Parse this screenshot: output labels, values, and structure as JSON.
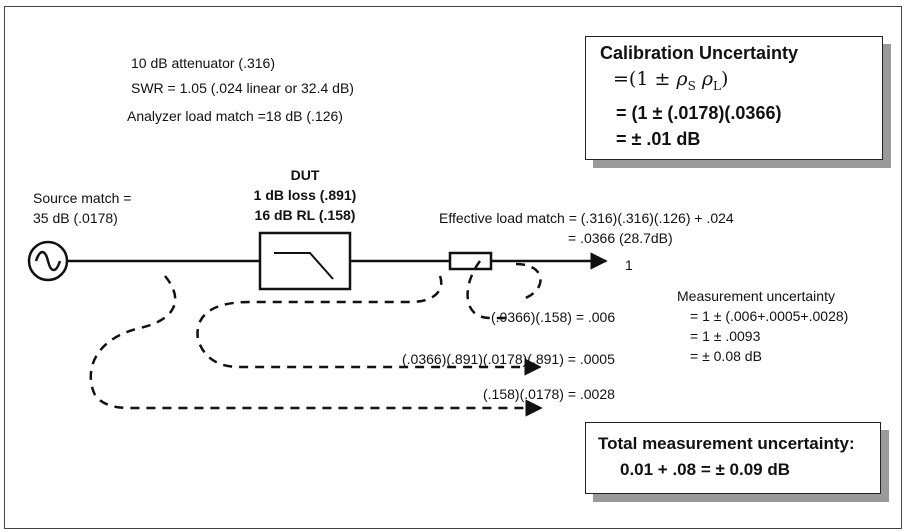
{
  "header": {
    "attenuator": "10 dB attenuator (.316)",
    "swr": "SWR = 1.05 (.024 linear or 32.4 dB)",
    "analyzer_match": "Analyzer load match =18 dB (.126)"
  },
  "calibration": {
    "title": "Calibration Uncertainty",
    "formula_prefix": "=(1 ± ",
    "rho": "ρ",
    "sub_s": "S",
    "sub_l": "L",
    "formula_suffix": ")",
    "line2": "= (1 ± (.0178)(.0366)",
    "line3": "=  ± .01 dB"
  },
  "dut": {
    "label": "DUT",
    "loss": "1 dB loss (.891)",
    "rl": "16 dB RL (.158)"
  },
  "source_match": {
    "line1": "Source match =",
    "line2": "35 dB (.0178)"
  },
  "effective_load": {
    "line1": "Effective load match = (.316)(.316)(.126) + .024",
    "line2": "= .0366 (28.7dB)"
  },
  "output_label": "1",
  "paths": {
    "p1": "(.0366)(.158) = .006",
    "p2": "(.0366)(.891)(.0178)(.891) = .0005",
    "p3": "(.158)(.0178) = .0028"
  },
  "measurement": {
    "title": "Measurement uncertainty",
    "line1": "= 1 ± (.006+.0005+.0028)",
    "line2": "= 1 ± .0093",
    "line3": "= ± 0.08 dB"
  },
  "total": {
    "title": "Total measurement uncertainty:",
    "value": "0.01 + .08 = ± 0.09 dB"
  },
  "colors": {
    "box_shadow": "#9a9a9a",
    "line": "#111111"
  }
}
